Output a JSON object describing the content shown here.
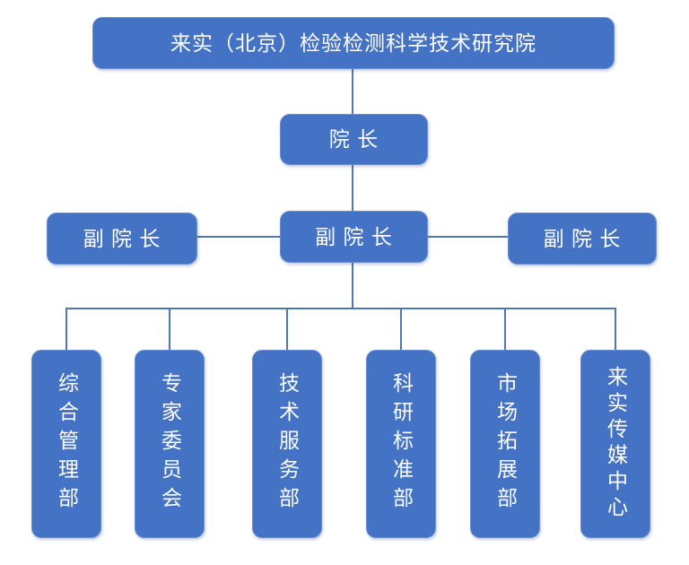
{
  "org_chart": {
    "root": {
      "label": "来实（北京）检验检测科学技术研究院"
    },
    "dean": {
      "label": "院 长"
    },
    "vice_deans": [
      {
        "label": "副 院 长"
      },
      {
        "label": "副 院 长"
      },
      {
        "label": "副 院 长"
      }
    ],
    "departments": [
      {
        "label": "综合管理部"
      },
      {
        "label": "专家委员会"
      },
      {
        "label": "技术服务部"
      },
      {
        "label": "科研标准部"
      },
      {
        "label": "市场拓展部"
      },
      {
        "label": "来实传媒中心"
      }
    ],
    "colors": {
      "node_fill": "#4472C4",
      "node_border": "#6B8ED6",
      "connector": "#4E77B5",
      "text": "#FFFFFF",
      "background": "#FFFFFF"
    }
  }
}
